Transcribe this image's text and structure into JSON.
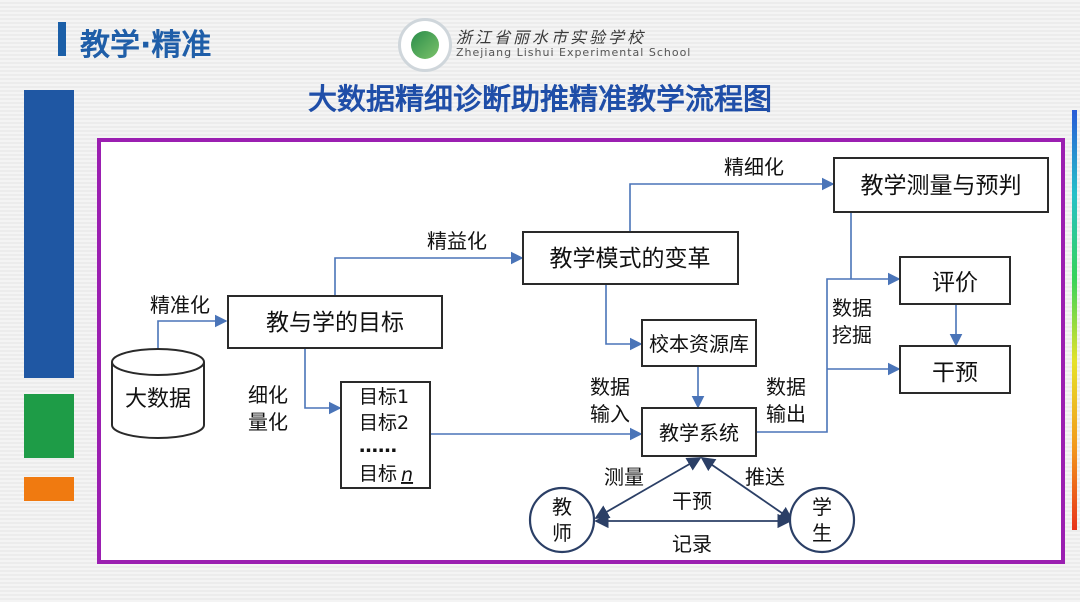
{
  "header": {
    "title": "教学·精准"
  },
  "logo": {
    "cn": "浙江省丽水市实验学校",
    "en": "Zhejiang Lishui Experimental School"
  },
  "main_title": "大数据精细诊断助推精准教学流程图",
  "diagram": {
    "big_data": "大数据",
    "goal_box": "教与学的目标",
    "mode_box": "教学模式的变革",
    "measure_box": "教学测量与预判",
    "resource_box": "校本资源库",
    "system_box": "教学系统",
    "eval_box": "评价",
    "intervene_box": "干预",
    "targets": [
      "目标1",
      "目标2",
      "……",
      "目标"
    ],
    "target_n": "n",
    "labels": {
      "precise": "精准化",
      "refine_benefit": "精益化",
      "refine_detail": "精细化",
      "detail_1": "细化",
      "detail_2": "量化",
      "input_1": "数据",
      "input_2": "输入",
      "output_1": "数据",
      "output_2": "输出",
      "mining_1": "数据",
      "mining_2": "挖掘",
      "measure": "测量",
      "push": "推送",
      "intervene": "干预",
      "record": "记录"
    },
    "teacher": [
      "教",
      "师"
    ],
    "student": [
      "学",
      "生"
    ]
  }
}
